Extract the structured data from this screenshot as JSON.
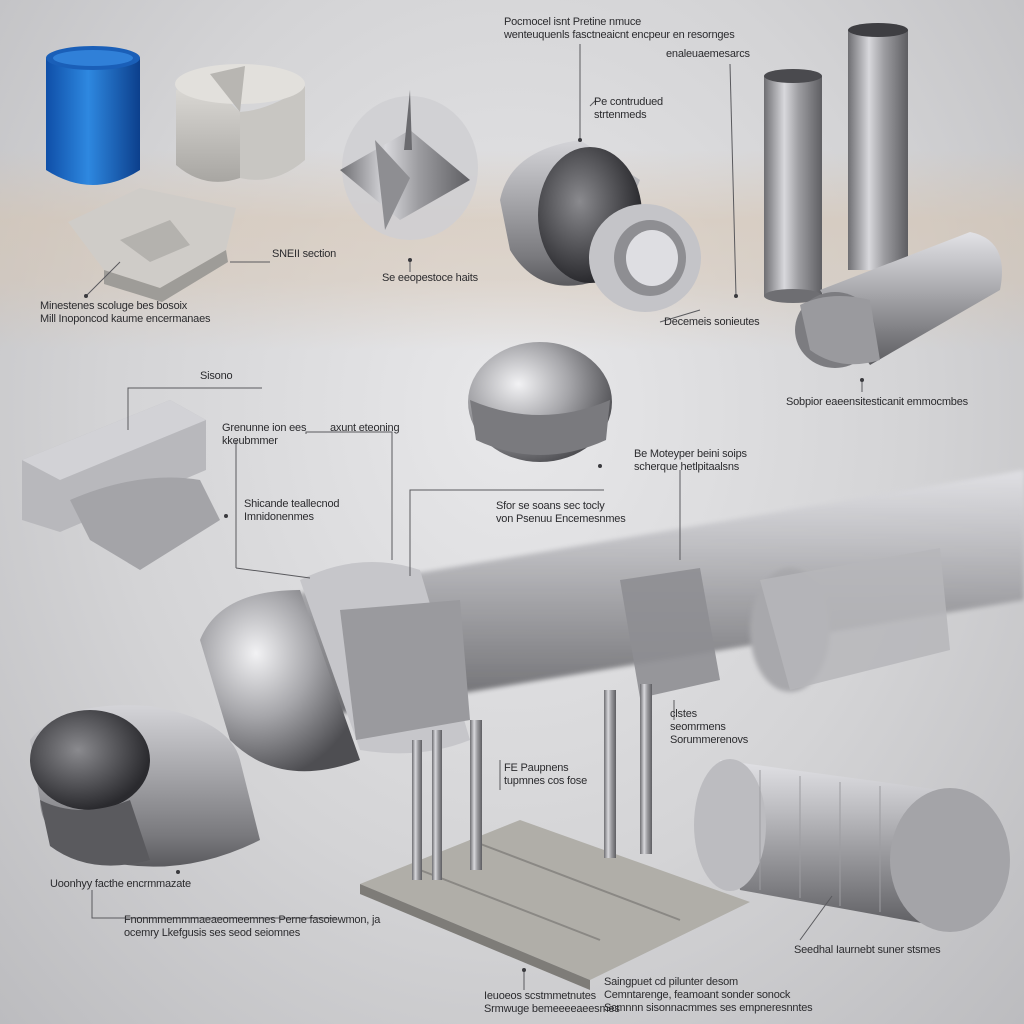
{
  "labels": {
    "top_center": [
      "Pocmocel isnt Pretine nmuce",
      "wenteuquenls fasctneaicnt encpeur en resornges"
    ],
    "top_center_sub": "enaleuaemesarcs",
    "pipe_note": [
      "Pe contrudued",
      "strtenmeds"
    ],
    "shel_section": "SNEII section",
    "mid_fitting": "Se eeopestoce haits",
    "left_block": [
      "Minestenes scoluge bes bosoix",
      "Mill Inoponcod kaume encermanaes"
    ],
    "right_cylinder": "Decemeis sonieutes",
    "right_bottom": "Sobpior eaeensitesticanit emmocmbes",
    "slab_title": "Sisono",
    "slab_left": [
      "Grenunne ion ees",
      "kkeubmmer"
    ],
    "slab_right": "axunt eteoning",
    "slab_mid": [
      "Shicande teallecnod",
      "Imnidonenmes"
    ],
    "sphere_right": [
      "Be Moteyper beini soips",
      "scherque hetlpitaalsns"
    ],
    "sphere_bottom": [
      "Sfor se soans sec tocly",
      "von Psenuu Encemesnmes"
    ],
    "column_note": [
      "clstes",
      "seomrmens",
      "Sorummerenovs"
    ],
    "platform_note": [
      "FE Paupnens",
      "tupmnes cos fose"
    ],
    "elbow_note": "Uoonhyy facthe encrmmazate",
    "bottom_left": [
      "Fnonmmemmmaeaeomeemnes Perne fasoiewmon, ja",
      "ocemry Lkefgusis ses seod seiomnes"
    ],
    "bottom_right": "Seedhal Iaurnebt suner stsmes",
    "bottom_center_left": [
      "Ieuoeos scstmmetnutes",
      "Srmwuge bemeeeeaeesmes"
    ],
    "bottom_center_right": [
      "Saingpuet cd pilunter desom",
      "Cemntarenge, feamoant sonder sonock",
      "Scmnnn sisonnacmmes ses empneresnntes"
    ]
  },
  "colors": {
    "background": "#d6d6d8",
    "accent_blue": "#1e6fc8",
    "steel": "#a9a9ad",
    "label_text": "#2b2b2e",
    "leader_line": "#5a5a5e"
  },
  "icons": {
    "leader_dot": "callout-dot-icon"
  }
}
